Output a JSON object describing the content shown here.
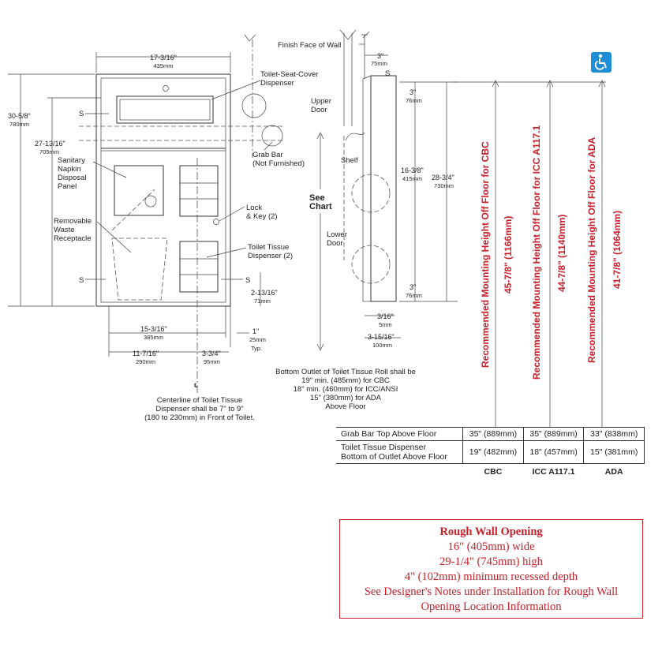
{
  "front_view": {
    "width_dim": "17-3/16\"",
    "width_dim_mm": "435mm",
    "height_outer": "30-5/8\"",
    "height_outer_mm": "780mm",
    "height_inner": "27-13/16\"",
    "height_inner_mm": "705mm",
    "toilet_seat_cover_label": "Toilet-Seat-Cover\nDispenser",
    "grab_bar_label": "Grab Bar\n(Not Furnished)",
    "sanitary_napkin_label": "Sanitary\nNapkin\nDisposal\nPanel",
    "waste_receptacle_label": "Removable\nWaste\nReceptacle",
    "lock_key_label": "Lock\n& Key (2)",
    "toilet_tissue_label": "Toilet Tissue\nDispenser (2)",
    "s_marker": "S",
    "dim_15_3_16": "15-3/16\"",
    "dim_15_3_16_mm": "385mm",
    "dim_11_7_16": "11-7/16\"",
    "dim_11_7_16_mm": "290mm",
    "dim_3_3_4": "3-3/4\"",
    "dim_3_3_4_mm": "95mm",
    "dim_2_13_16": "2-13/16\"",
    "dim_2_13_16_mm": "71mm",
    "dim_1": "1\"",
    "dim_1_mm": "25mm",
    "dim_1_typ": "Typ.",
    "centerline_note": "Centerline of Toilet Tissue\nDispenser shall be 7\" to 9\"\n(180 to 230mm) in Front of Toilet."
  },
  "side_view": {
    "finish_face_label": "Finish Face of Wall",
    "dim_3_top": "3\"",
    "dim_3_top_mm": "75mm",
    "dim_3_a": "3\"",
    "dim_3_a_mm": "76mm",
    "upper_door_label": "Upper\nDoor",
    "shelf_label": "Shelf",
    "lower_door_label": "Lower\nDoor",
    "see_chart_label": "See\nChart",
    "dim_16_3_8": "16-3/8\"",
    "dim_16_3_8_mm": "415mm",
    "dim_28_3_4": "28-3/4\"",
    "dim_28_3_4_mm": "730mm",
    "dim_3_b": "3\"",
    "dim_3_b_mm": "76mm",
    "dim_3_16": "3/16\"",
    "dim_3_16_mm": "5mm",
    "dim_3_15_16": "3-15/16\"",
    "dim_3_15_16_mm": "100mm",
    "s_marker": "S",
    "bottom_outlet_note": "Bottom Outlet of Toilet Tissue Roll shall be\n19\" min. (485mm) for CBC\n18\" min. (460mm) for ICC/ANSI\n15\" (380mm) for ADA\nAbove Floor"
  },
  "mounting_heights": [
    {
      "label": "Recommended Mounting Height Off Floor for CBC",
      "value": "45-7/8\" (1166mm)"
    },
    {
      "label": "Recommended Mounting Height Off Floor for ICC A117.1",
      "value": "44-7/8\" (1140mm)"
    },
    {
      "label": "Recommended Mounting Height Off Floor for ADA",
      "value": "41-7/8\" (1064mm)"
    }
  ],
  "table": {
    "rows": [
      {
        "label": "Grab Bar Top Above Floor",
        "cbc": "35\" (889mm)",
        "icc": "35\" (889mm)",
        "ada": "33\" (838mm)"
      },
      {
        "label": "Toilet Tissue Dispenser\nBottom of Outlet Above Floor",
        "cbc": "19\" (482mm)",
        "icc": "18\" (457mm)",
        "ada": "15\" (381mm)"
      }
    ],
    "columns": [
      "CBC",
      "ICC A117.1",
      "ADA"
    ]
  },
  "rough_wall_opening": {
    "title": "Rough Wall Opening",
    "lines": [
      "16\" (405mm) wide",
      "29-1/4\" (745mm) high",
      "4\" (102mm) minimum recessed depth",
      "See Designer's Notes under Installation for Rough Wall",
      "Opening Location Information"
    ]
  },
  "colors": {
    "accent_red": "#c8202a",
    "ada_blue": "#1e8fd6"
  },
  "icons": {
    "accessibility": "wheelchair-icon"
  }
}
